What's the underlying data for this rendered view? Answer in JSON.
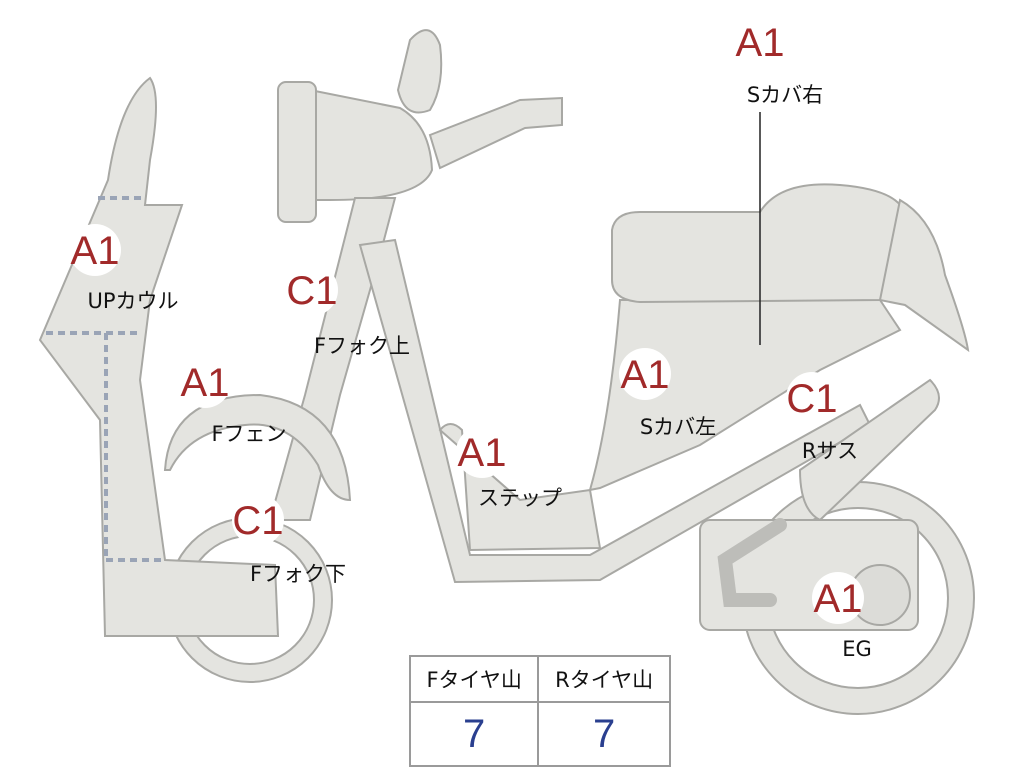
{
  "diagram": {
    "labels": [
      {
        "id": "s-cover-right",
        "grade": "A1",
        "part": "Sカバ右"
      },
      {
        "id": "up-cowl",
        "grade": "A1",
        "part": "UPカウル"
      },
      {
        "id": "f-fork-upper",
        "grade": "C1",
        "part": "Fフォク上"
      },
      {
        "id": "f-fender",
        "grade": "A1",
        "part": "Fフェン"
      },
      {
        "id": "s-cover-left",
        "grade": "A1",
        "part": "Sカバ左"
      },
      {
        "id": "r-suspension",
        "grade": "C1",
        "part": "Rサス"
      },
      {
        "id": "step",
        "grade": "A1",
        "part": "ステップ"
      },
      {
        "id": "f-fork-lower",
        "grade": "C1",
        "part": "Fフォク下"
      },
      {
        "id": "engine",
        "grade": "A1",
        "part": "EG"
      }
    ]
  },
  "tread_table": {
    "headers": [
      "Fタイヤ山",
      "Rタイヤ山"
    ],
    "values": [
      "7",
      "7"
    ],
    "value_color": "#2a3f8f"
  },
  "colors": {
    "body": "#e4e4e0",
    "outline": "#a8a8a4",
    "grade": "#a12a2a",
    "dashed": "#9aa4b6"
  }
}
